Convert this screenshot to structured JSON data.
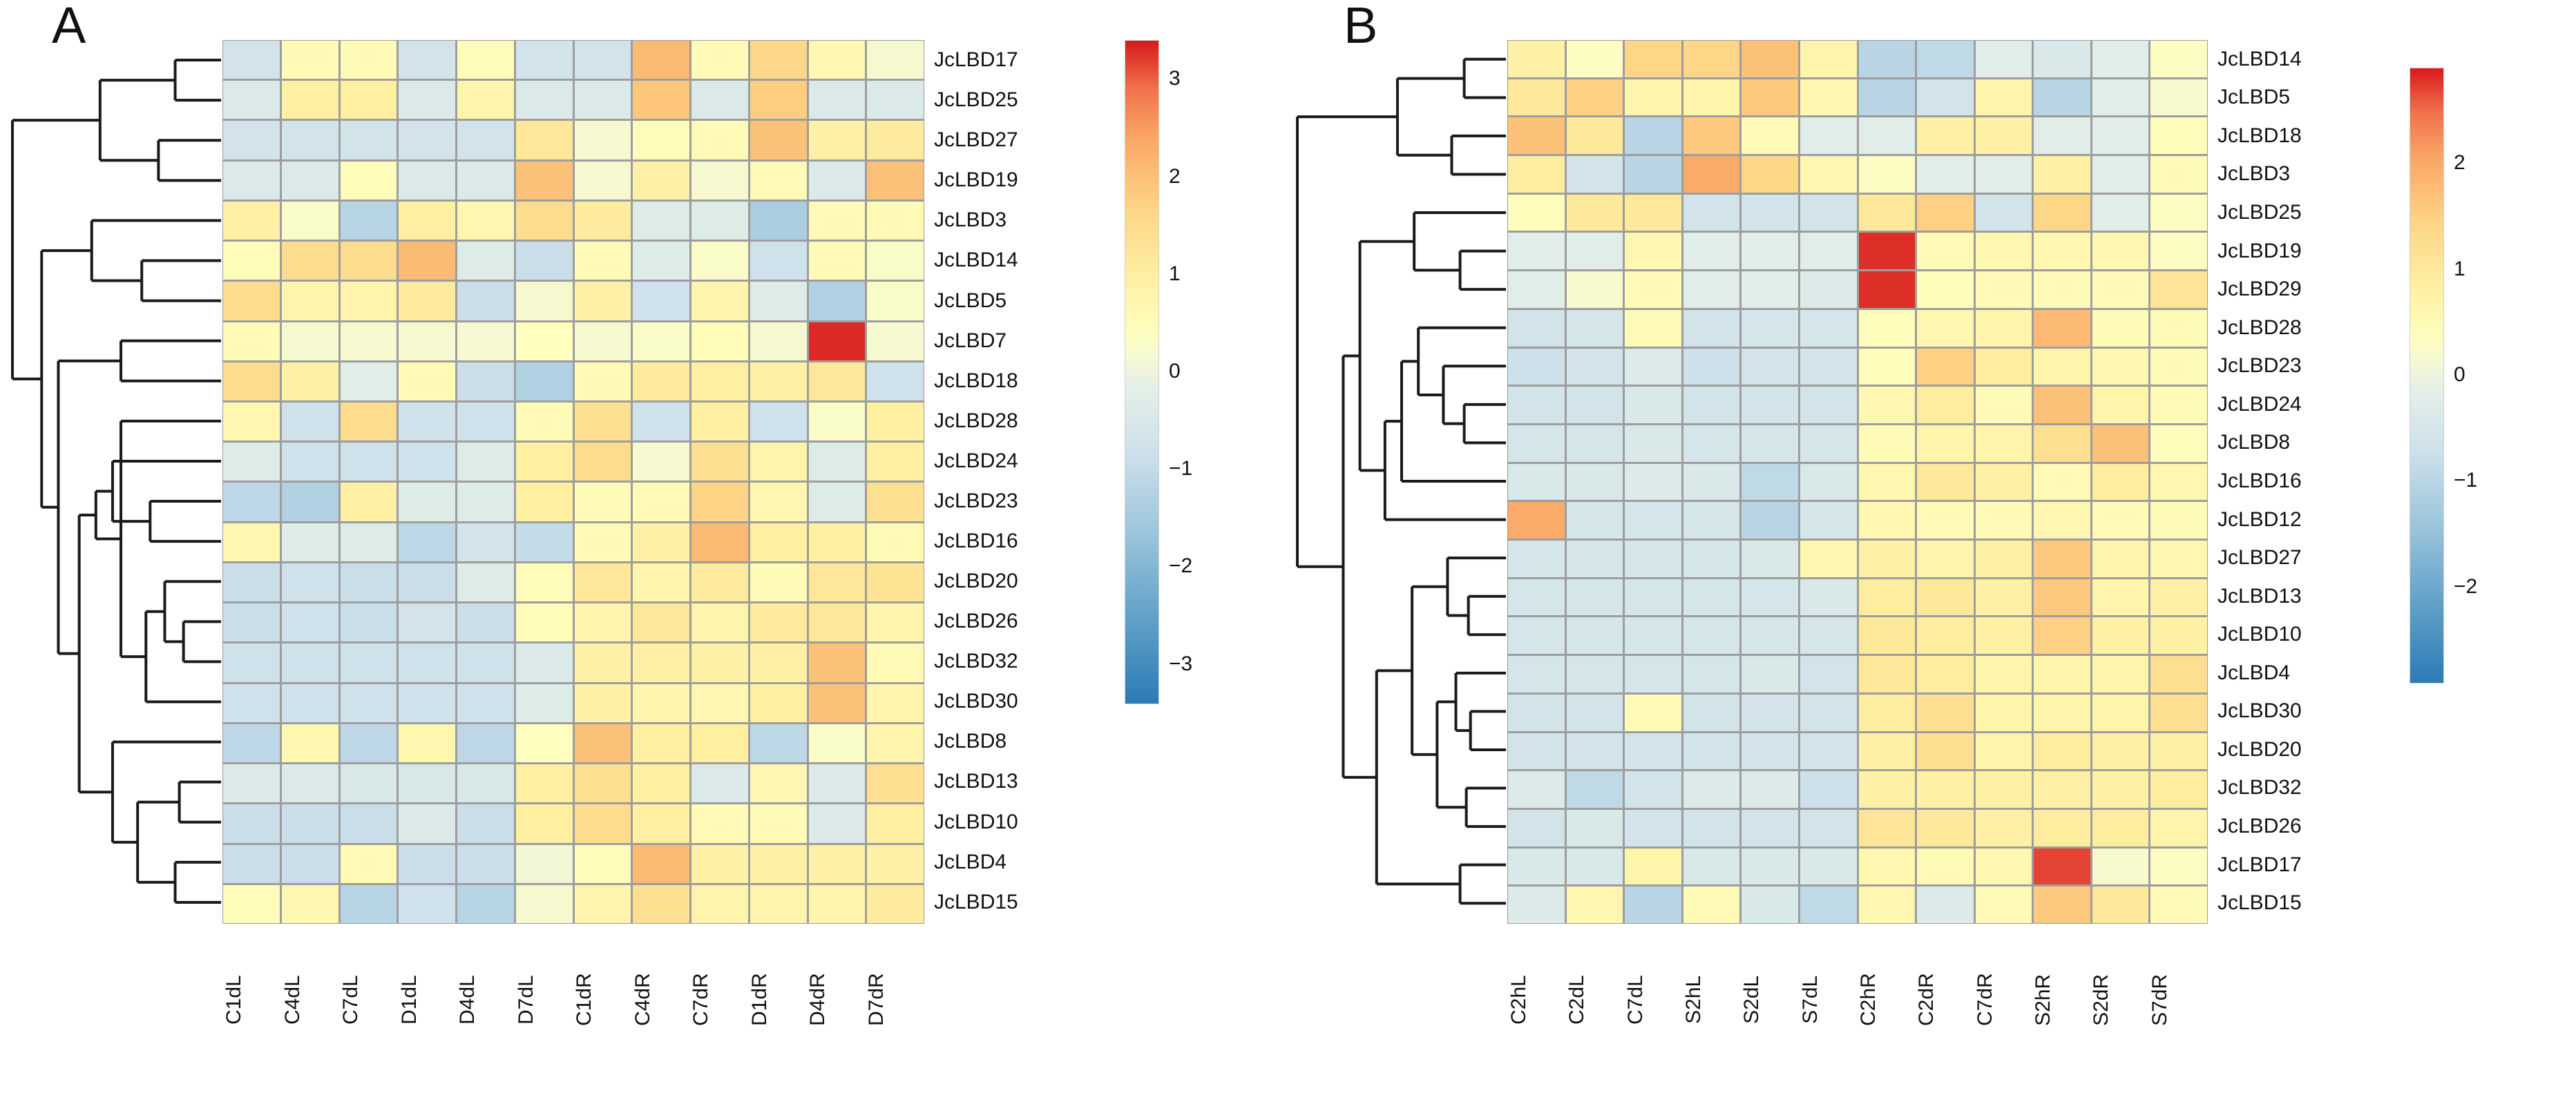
{
  "figure": {
    "background": "#ffffff",
    "panels": [
      {
        "letter": "A",
        "colorbar": {
          "ticks": [
            "3",
            "2",
            "1",
            "0",
            "-1",
            "-2",
            "-3"
          ],
          "vmin": -3.4,
          "vmax": 3.4,
          "high_color": "#d7191c",
          "mid_color": "#ffffbf",
          "low_color": "#2c7bb6"
        },
        "columns": [
          "C1dL",
          "C4dL",
          "C7dL",
          "D1dL",
          "D4dL",
          "D7dL",
          "C1dR",
          "C4dR",
          "C7dR",
          "D1dR",
          "D4dR",
          "D7dR"
        ],
        "rows": [
          "JcLBD17",
          "JcLBD25",
          "JcLBD27",
          "JcLBD19",
          "JcLBD3",
          "JcLBD14",
          "JcLBD5",
          "JcLBD7",
          "JcLBD18",
          "JcLBD28",
          "JcLBD24",
          "JcLBD23",
          "JcLBD16",
          "JcLBD20",
          "JcLBD26",
          "JcLBD32",
          "JcLBD30",
          "JcLBD8",
          "JcLBD13",
          "JcLBD10",
          "JcLBD4",
          "JcLBD15"
        ]
      },
      {
        "letter": "B",
        "colorbar": {
          "ticks": [
            "2",
            "1",
            "0",
            "-1",
            "-2"
          ],
          "vmin": -2.9,
          "vmax": 2.9,
          "high_color": "#d7191c",
          "mid_color": "#ffffbf",
          "low_color": "#2c7bb6"
        },
        "columns": [
          "C2hL",
          "C2dL",
          "C7dL",
          "S2hL",
          "S2dL",
          "S7dL",
          "C2hR",
          "C2dR",
          "C7dR",
          "S2hR",
          "S2dR",
          "S7dR"
        ],
        "rows": [
          "JcLBD14",
          "JcLBD5",
          "JcLBD18",
          "JcLBD3",
          "JcLBD25",
          "JcLBD19",
          "JcLBD29",
          "JcLBD28",
          "JcLBD23",
          "JcLBD24",
          "JcLBD8",
          "JcLBD16",
          "JcLBD12",
          "JcLBD27",
          "JcLBD13",
          "JcLBD10",
          "JcLBD4",
          "JcLBD30",
          "JcLBD20",
          "JcLBD32",
          "JcLBD26",
          "JcLBD17",
          "JcLBD15"
        ]
      }
    ]
  },
  "chart_data": [
    {
      "type": "heatmap",
      "panel": "A",
      "title": "",
      "xlabel": "",
      "ylabel": "",
      "legend_position": "right",
      "grid": true,
      "zlim": [
        -3.4,
        3.4
      ],
      "colorbar_ticks": [
        3,
        2,
        1,
        0,
        -1,
        -2,
        -3
      ],
      "x_categories": [
        "C1dL",
        "C4dL",
        "C7dL",
        "D1dL",
        "D4dL",
        "D7dL",
        "C1dR",
        "C4dR",
        "C7dR",
        "D1dR",
        "D4dR",
        "D7dR"
      ],
      "y_categories": [
        "JcLBD17",
        "JcLBD25",
        "JcLBD27",
        "JcLBD19",
        "JcLBD3",
        "JcLBD14",
        "JcLBD5",
        "JcLBD7",
        "JcLBD18",
        "JcLBD28",
        "JcLBD24",
        "JcLBD23",
        "JcLBD16",
        "JcLBD20",
        "JcLBD26",
        "JcLBD32",
        "JcLBD30",
        "JcLBD8",
        "JcLBD13",
        "JcLBD10",
        "JcLBD4",
        "JcLBD15"
      ],
      "values": [
        [
          -0.7,
          0.6,
          0.6,
          -0.7,
          0.5,
          -0.7,
          -0.7,
          2.1,
          0.6,
          1.6,
          0.7,
          0.2
        ],
        [
          -0.4,
          1.0,
          1.0,
          -0.4,
          0.8,
          -0.4,
          -0.4,
          1.9,
          -0.4,
          1.8,
          -0.4,
          -0.4
        ],
        [
          -0.7,
          -0.7,
          -0.7,
          -0.7,
          -0.7,
          1.2,
          0.2,
          0.5,
          0.6,
          2.0,
          0.9,
          1.1
        ],
        [
          -0.4,
          -0.4,
          0.5,
          -0.4,
          -0.4,
          2.0,
          0.2,
          0.9,
          0.2,
          0.6,
          -0.4,
          2.0
        ],
        [
          0.9,
          0.3,
          -1.2,
          1.0,
          0.7,
          1.5,
          1.1,
          -0.3,
          -0.3,
          -1.4,
          0.6,
          0.6
        ],
        [
          0.5,
          1.5,
          1.5,
          2.1,
          -0.3,
          -0.9,
          0.6,
          -0.3,
          0.3,
          -0.8,
          0.6,
          0.3
        ],
        [
          1.5,
          0.8,
          0.8,
          1.1,
          -0.9,
          0.2,
          0.9,
          -0.8,
          0.8,
          -0.3,
          -1.3,
          0.3
        ],
        [
          0.6,
          0.2,
          0.2,
          0.2,
          0.2,
          0.4,
          0.2,
          0.3,
          0.5,
          0.2,
          3.3,
          0.2
        ],
        [
          1.5,
          0.9,
          -0.2,
          0.6,
          -0.9,
          -1.3,
          0.6,
          1.1,
          1.0,
          0.9,
          1.2,
          -0.8
        ],
        [
          0.7,
          -0.8,
          1.5,
          -0.8,
          -0.8,
          0.6,
          1.4,
          -0.8,
          1.0,
          -0.8,
          0.3,
          1.0
        ],
        [
          -0.3,
          -0.8,
          -0.8,
          -0.8,
          -0.3,
          1.0,
          1.5,
          0.2,
          1.4,
          0.8,
          -0.3,
          1.0
        ],
        [
          -1.1,
          -1.3,
          0.9,
          -0.3,
          -0.3,
          1.0,
          0.6,
          0.6,
          1.7,
          0.7,
          -0.3,
          1.4
        ],
        [
          0.7,
          -0.3,
          -0.3,
          -1.1,
          -0.7,
          -1.0,
          0.6,
          0.9,
          2.1,
          1.0,
          1.0,
          0.6
        ],
        [
          -0.9,
          -0.8,
          -0.9,
          -0.9,
          -0.3,
          0.5,
          1.2,
          0.8,
          1.1,
          0.6,
          1.2,
          1.3
        ],
        [
          -0.9,
          -0.8,
          -0.9,
          -0.7,
          -0.9,
          0.5,
          0.8,
          1.2,
          0.8,
          1.1,
          1.2,
          0.8
        ],
        [
          -0.8,
          -0.8,
          -0.8,
          -0.8,
          -0.8,
          -0.4,
          0.9,
          0.9,
          0.9,
          0.9,
          2.0,
          0.6
        ],
        [
          -0.8,
          -0.8,
          -0.8,
          -0.8,
          -0.8,
          -0.3,
          0.9,
          0.8,
          0.7,
          1.0,
          2.0,
          0.8
        ],
        [
          -1.1,
          0.7,
          -1.1,
          0.7,
          -1.1,
          0.4,
          2.0,
          1.0,
          1.0,
          -1.1,
          0.3,
          0.8
        ],
        [
          -0.4,
          -0.4,
          -0.5,
          -0.5,
          -0.5,
          1.0,
          1.4,
          1.0,
          -0.4,
          0.7,
          -0.4,
          1.4
        ],
        [
          -0.9,
          -0.9,
          -0.9,
          -0.4,
          -0.9,
          1.0,
          1.5,
          1.0,
          0.6,
          0.6,
          -0.4,
          1.0
        ],
        [
          -0.9,
          -0.9,
          0.6,
          -0.9,
          -0.9,
          0.1,
          0.5,
          2.1,
          0.9,
          0.9,
          0.9,
          0.9
        ],
        [
          0.5,
          0.7,
          -1.2,
          -0.8,
          -1.2,
          0.2,
          0.8,
          1.4,
          0.8,
          0.8,
          0.8,
          1.1
        ]
      ]
    },
    {
      "type": "heatmap",
      "panel": "B",
      "title": "",
      "xlabel": "",
      "ylabel": "",
      "legend_position": "right",
      "grid": true,
      "zlim": [
        -2.9,
        2.9
      ],
      "colorbar_ticks": [
        2,
        1,
        0,
        -1,
        -2
      ],
      "x_categories": [
        "C2hL",
        "C2dL",
        "C7dL",
        "S2hL",
        "S2dL",
        "S7dL",
        "C2hR",
        "C2dR",
        "C7dR",
        "S2hR",
        "S2dR",
        "S7dR"
      ],
      "y_categories": [
        "JcLBD14",
        "JcLBD5",
        "JcLBD18",
        "JcLBD3",
        "JcLBD25",
        "JcLBD19",
        "JcLBD29",
        "JcLBD28",
        "JcLBD23",
        "JcLBD24",
        "JcLBD8",
        "JcLBD16",
        "JcLBD12",
        "JcLBD27",
        "JcLBD13",
        "JcLBD10",
        "JcLBD4",
        "JcLBD30",
        "JcLBD20",
        "JcLBD32",
        "JcLBD26",
        "JcLBD17",
        "JcLBD15"
      ],
      "values": [
        [
          0.8,
          0.3,
          1.4,
          1.4,
          1.7,
          0.7,
          -1.0,
          -0.9,
          -0.2,
          -0.4,
          -0.2,
          0.3
        ],
        [
          1.0,
          1.5,
          0.7,
          0.7,
          1.6,
          0.6,
          -1.0,
          -0.6,
          0.7,
          -1.0,
          -0.2,
          0.2
        ],
        [
          1.7,
          1.0,
          -1.0,
          1.6,
          0.5,
          -0.2,
          -0.2,
          0.8,
          0.8,
          -0.2,
          -0.2,
          0.4
        ],
        [
          0.9,
          -0.6,
          -1.0,
          2.0,
          1.4,
          0.6,
          0.3,
          -0.2,
          -0.2,
          0.8,
          -0.2,
          0.5
        ],
        [
          0.4,
          1.0,
          1.0,
          -0.6,
          -0.6,
          -0.6,
          1.0,
          1.5,
          -0.6,
          1.4,
          -0.2,
          0.3
        ],
        [
          -0.2,
          -0.2,
          0.6,
          -0.2,
          -0.2,
          -0.2,
          2.8,
          0.5,
          0.6,
          0.6,
          0.6,
          0.3
        ],
        [
          -0.2,
          0.2,
          0.5,
          -0.2,
          -0.2,
          -0.3,
          2.8,
          0.4,
          0.5,
          0.5,
          0.5,
          1.1
        ],
        [
          -0.6,
          -0.5,
          0.5,
          -0.6,
          -0.5,
          -0.5,
          0.4,
          0.6,
          0.7,
          1.8,
          0.5,
          0.5
        ],
        [
          -0.7,
          -0.6,
          -0.3,
          -0.7,
          -0.6,
          -0.6,
          0.4,
          1.5,
          0.9,
          0.7,
          0.6,
          0.5
        ],
        [
          -0.6,
          -0.6,
          -0.4,
          -0.6,
          -0.6,
          -0.6,
          0.6,
          0.9,
          0.5,
          1.7,
          0.7,
          0.5
        ],
        [
          -0.5,
          -0.5,
          -0.4,
          -0.5,
          -0.5,
          -0.5,
          0.5,
          0.7,
          0.7,
          1.2,
          1.7,
          0.4
        ],
        [
          -0.4,
          -0.4,
          -0.3,
          -0.4,
          -0.9,
          -0.4,
          0.6,
          1.0,
          0.8,
          0.5,
          0.9,
          0.6
        ],
        [
          2.0,
          -0.5,
          -0.5,
          -0.5,
          -1.0,
          -0.5,
          0.6,
          0.5,
          0.5,
          0.6,
          0.5,
          0.5
        ],
        [
          -0.5,
          -0.5,
          -0.5,
          -0.5,
          -0.4,
          0.6,
          0.8,
          0.7,
          0.8,
          1.6,
          0.7,
          0.6
        ],
        [
          -0.5,
          -0.5,
          -0.5,
          -0.5,
          -0.5,
          -0.4,
          0.9,
          1.0,
          0.8,
          1.6,
          0.7,
          0.8
        ],
        [
          -0.5,
          -0.5,
          -0.5,
          -0.5,
          -0.5,
          -0.5,
          1.0,
          0.9,
          0.8,
          1.5,
          0.8,
          0.8
        ],
        [
          -0.5,
          -0.5,
          -0.5,
          -0.5,
          -0.4,
          -0.6,
          1.0,
          0.9,
          0.7,
          0.7,
          0.7,
          1.2
        ],
        [
          -0.6,
          -0.6,
          0.5,
          -0.6,
          -0.6,
          -0.6,
          0.9,
          1.2,
          0.7,
          0.7,
          0.7,
          1.2
        ],
        [
          -0.6,
          -0.6,
          -0.6,
          -0.6,
          -0.6,
          -0.6,
          0.8,
          1.2,
          0.7,
          0.9,
          0.8,
          0.8
        ],
        [
          -0.3,
          -0.9,
          -0.6,
          -0.3,
          -0.3,
          -0.7,
          0.8,
          0.8,
          0.8,
          0.8,
          0.8,
          0.9
        ],
        [
          -0.6,
          -0.4,
          -0.6,
          -0.6,
          -0.6,
          -0.6,
          1.1,
          1.0,
          0.8,
          0.9,
          0.9,
          0.7
        ],
        [
          -0.4,
          -0.4,
          0.7,
          -0.4,
          -0.4,
          -0.4,
          0.6,
          0.5,
          0.6,
          2.7,
          0.2,
          0.3
        ],
        [
          -0.3,
          0.6,
          -1.0,
          0.5,
          -0.4,
          -0.9,
          0.6,
          -0.3,
          0.5,
          1.6,
          1.0,
          0.5
        ]
      ]
    }
  ]
}
